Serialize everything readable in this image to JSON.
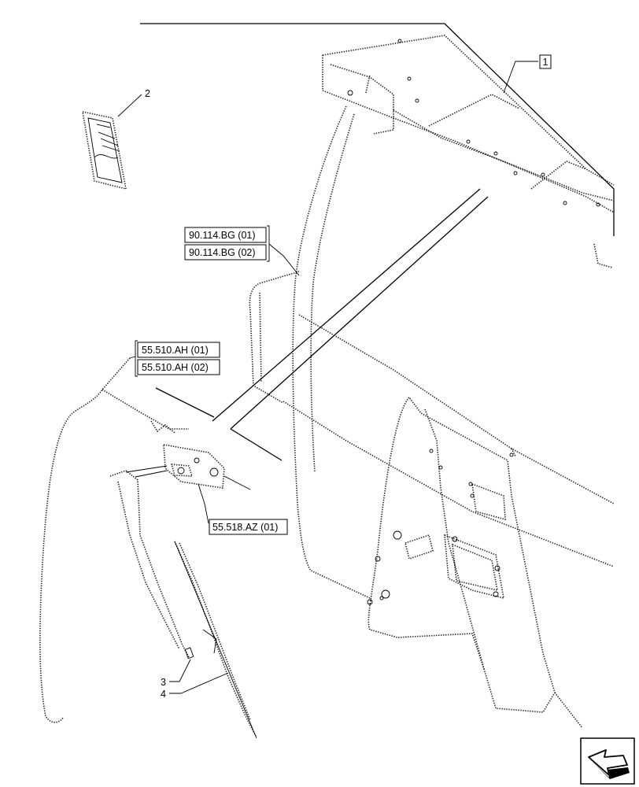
{
  "callouts": {
    "item_1": "1",
    "item_2": "2",
    "item_3": "3",
    "item_4": "4"
  },
  "references": {
    "ref_90_114_bg_01": "90.114.BG (01)",
    "ref_90_114_bg_02": "90.114.BG (02)",
    "ref_55_510_ah_01": "55.510.AH (01)",
    "ref_55_510_ah_02": "55.510.AH (02)",
    "ref_55_518_az_01": "55.518.AZ (01)"
  },
  "icons": {
    "navigation": "arrow-back-icon"
  }
}
